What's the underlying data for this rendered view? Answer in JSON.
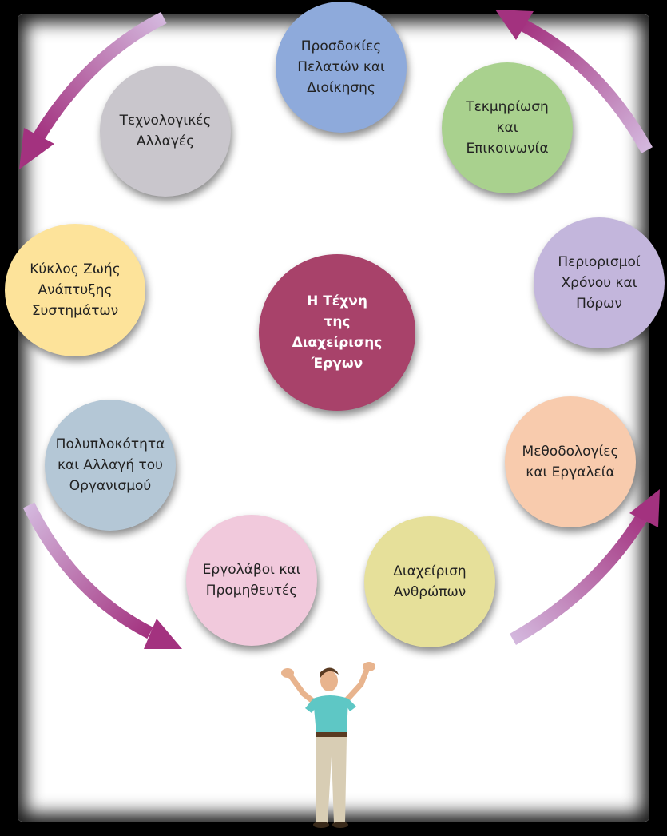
{
  "diagram": {
    "center": {
      "label": "Η Τέχνη\nτης\nΔιαχείρισης\nΈργων",
      "color": "#a8426a"
    },
    "nodes": [
      {
        "id": "customer-expectations",
        "label": "Προσδοκίες\nΠελατών και\nΔιοίκησης",
        "color": "#8eaadb"
      },
      {
        "id": "documentation",
        "label": "Τεκμηρίωση\nκαι\nΕπικοινωνία",
        "color": "#a9d18e"
      },
      {
        "id": "time-resources",
        "label": "Περιορισμοί\nΧρόνου και\nΠόρων",
        "color": "#c3b6dc"
      },
      {
        "id": "methodologies",
        "label": "Μεθοδολογίες\nκαι Εργαλεία",
        "color": "#f8cbad"
      },
      {
        "id": "people",
        "label": "Διαχείριση\nΑνθρώπων",
        "color": "#e6e09a"
      },
      {
        "id": "contractors",
        "label": "Εργολάβοι και\nΠρομηθευτές",
        "color": "#f1c9dc"
      },
      {
        "id": "complexity",
        "label": "Πολυπλοκότητα\nκαι Αλλαγή του\nΟργανισμού",
        "color": "#b4c7d6"
      },
      {
        "id": "lifecycle",
        "label": "Κύκλος Ζωής\nΑνάπτυξης\nΣυστημάτων",
        "color": "#fde39a"
      },
      {
        "id": "tech-changes",
        "label": "Τεχνολογικές\nΑλλαγές",
        "color": "#c9c6cc"
      }
    ],
    "arrow_color": "#a3327f",
    "arrow_light_color": "#c9a3d6"
  }
}
